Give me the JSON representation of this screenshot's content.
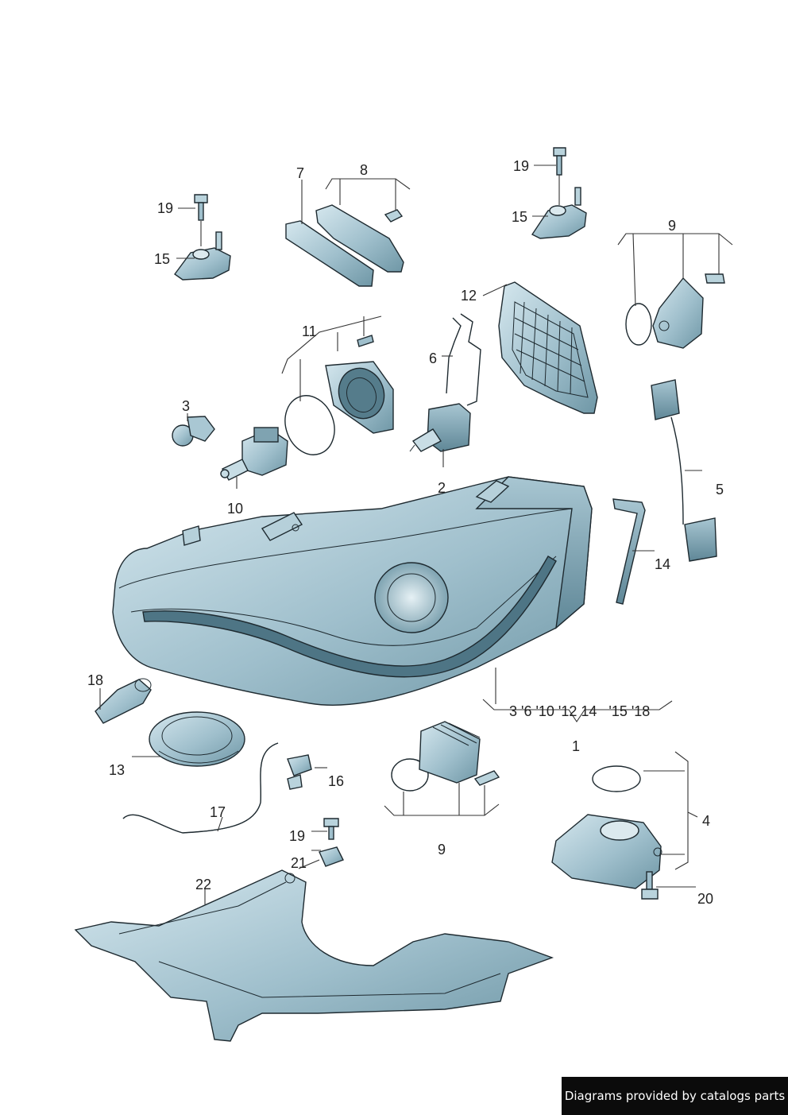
{
  "diagram": {
    "callouts": {
      "c1": "1",
      "c2": "2",
      "c3": "3",
      "c4": "4",
      "c5": "5",
      "c6": "6",
      "c7": "7",
      "c8": "8",
      "c9_top": "9",
      "c9_bottom": "9",
      "c10": "10",
      "c11": "11",
      "c12": "12",
      "c13": "13",
      "c14": "14",
      "c15_left": "15",
      "c15_right": "15",
      "c16": "16",
      "c17": "17",
      "c18": "18",
      "c19_left": "19",
      "c19_right": "19",
      "c19_bottom": "19",
      "c20": "20",
      "c21": "21",
      "c22": "22",
      "c1_list": "3 '6 '10 '12 14   '15 '18"
    }
  },
  "footer": {
    "credit": "Diagrams provided by catalogs parts"
  },
  "colors": {
    "part_fill": "#9fbfcc",
    "part_fill_light": "#c7dde5",
    "part_fill_dark": "#6f97a6",
    "outline": "#1e2a30"
  }
}
